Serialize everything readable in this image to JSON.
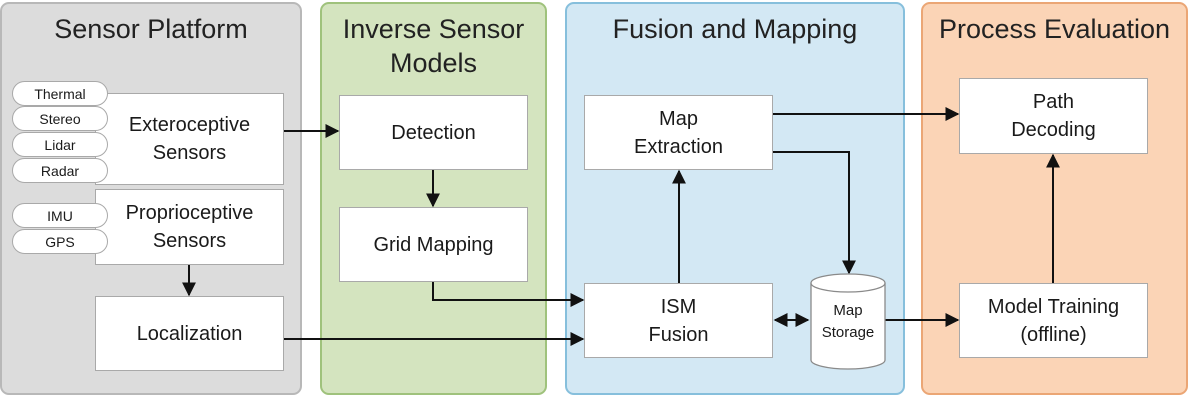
{
  "panels": {
    "sensor_platform": "Sensor Platform",
    "inverse_sensor_models": "Inverse Sensor\nModels",
    "fusion_and_mapping": "Fusion and Mapping",
    "process_evaluation": "Process Evaluation"
  },
  "sensor_platform": {
    "exteroceptive_pills": [
      "Thermal",
      "Stereo",
      "Lidar",
      "Radar"
    ],
    "exteroceptive_label": "Exteroceptive\nSensors",
    "proprioceptive_pills": [
      "IMU",
      "GPS"
    ],
    "proprioceptive_label": "Proprioceptive\nSensors",
    "localization_label": "Localization"
  },
  "inverse_sensor_models": {
    "detection_label": "Detection",
    "grid_mapping_label": "Grid Mapping"
  },
  "fusion_and_mapping": {
    "map_extraction_label": "Map\nExtraction",
    "ism_fusion_label": "ISM\nFusion",
    "map_storage_label": "Map\nStorage"
  },
  "process_evaluation": {
    "path_decoding_label": "Path\nDecoding",
    "model_training_label": "Model Training\n(offline)"
  }
}
